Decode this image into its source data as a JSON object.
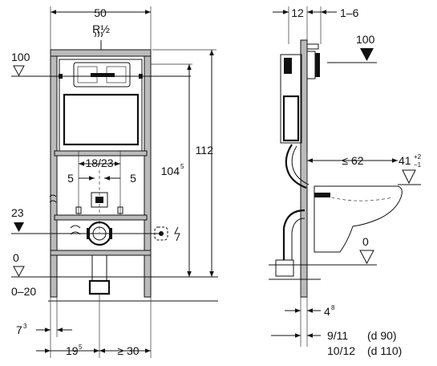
{
  "front": {
    "width_label": "50",
    "connection_label": "R½",
    "level_top": "100",
    "height_total": "112",
    "height_frame_main": "104",
    "height_frame_sup": "5",
    "mount_spacing": "18/23",
    "mount_left": "5",
    "mount_right": "5",
    "level_drain": "23",
    "level_floor": "0",
    "floor_range": "0–20",
    "offset_left_main": "7",
    "offset_left_sup": "3",
    "offset_bottom_main": "19",
    "offset_bottom_sup": "5",
    "min_right": "≥ 30",
    "electric_symbol": "ϟ"
  },
  "side": {
    "depth_top": "12",
    "depth_range": "1–6",
    "level_top": "100",
    "projection": "≤ 62",
    "height_main": "41",
    "tol_plus": "+2",
    "tol_minus": "−1",
    "level_floor": "0",
    "depth_main": "4",
    "depth_sup": "8",
    "pipe_90": "9/11",
    "pipe_90_note": "(d 90)",
    "pipe_110": "10/12",
    "pipe_110_note": "(d 110)"
  }
}
